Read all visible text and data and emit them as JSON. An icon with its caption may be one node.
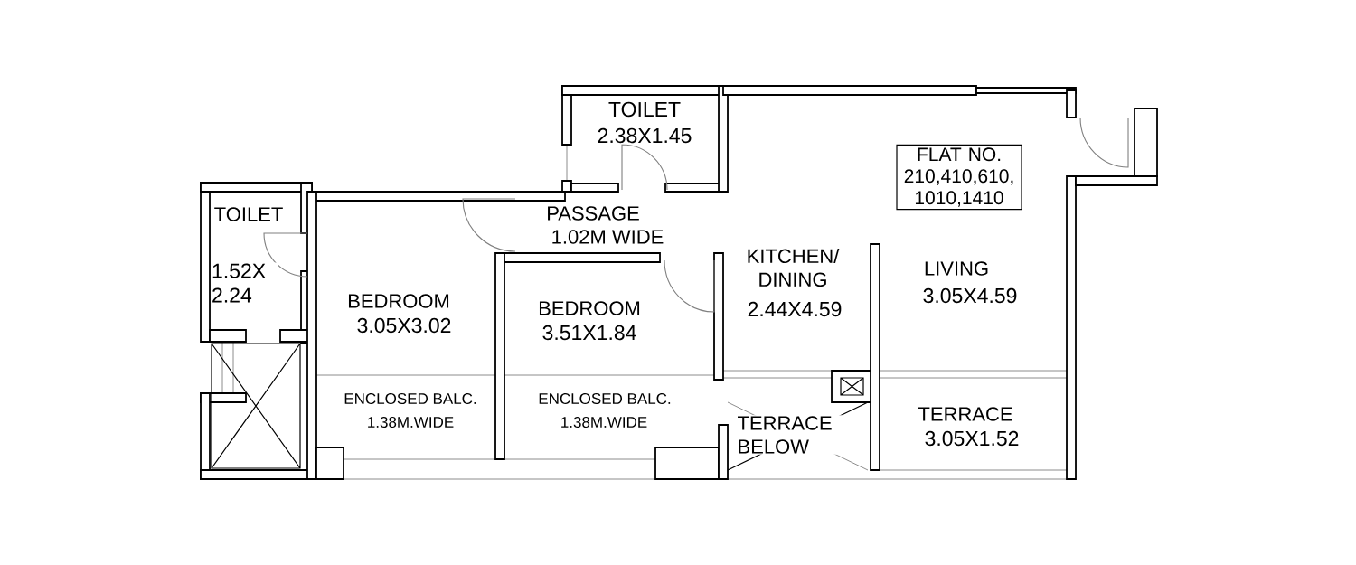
{
  "diagram": {
    "nodes": [
      {
        "text": [
          "FLAT NO.",
          "210,410,610, 1010,1410"
        ]
      }
    ],
    "labels": [
      "TOILET",
      "2.38X1.45",
      "TOILET",
      "PASSAGE",
      "1.02M WIDE",
      "KITCHEN/ DINING",
      "LIVING",
      "1.52X 2.24",
      "BEDROOM",
      "BEDROOM",
      "2.44X4.59",
      "3.05X4.59",
      "3.05X3.02",
      "3.51X1.84",
      "ENCLOSED BALC.",
      "ENCLOSED BALC.",
      "1.38M.WIDE",
      "1.38M.WIDE",
      "TERRACE BELOW",
      "TERRACE",
      "3.05X1.52"
    ]
  }
}
